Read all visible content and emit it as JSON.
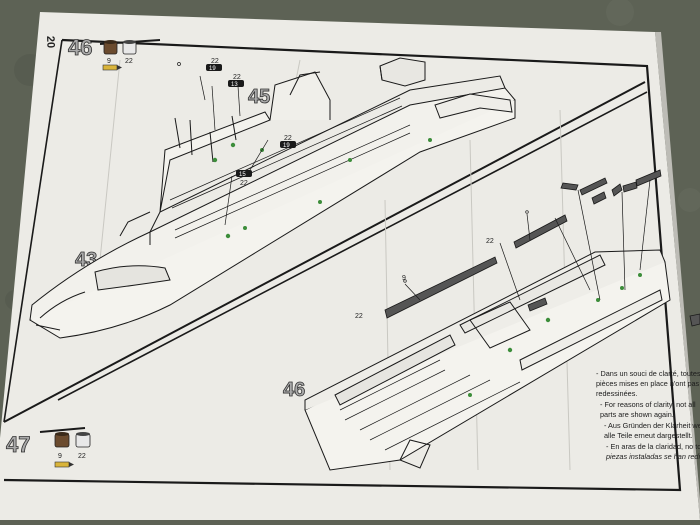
{
  "page_number": "20",
  "steps": {
    "step46_top": "46",
    "step45": "45",
    "step43": "43",
    "step46_bottom": "46",
    "step47": "47"
  },
  "paint_refs": {
    "top": {
      "left": "9",
      "right": "22"
    },
    "bottom": {
      "left": "9",
      "right": "22"
    }
  },
  "part_labels": {
    "p22a": "22",
    "p19a": "19",
    "p22b": "22",
    "p13": "13",
    "p22c": "22",
    "p19b": "19",
    "p15": "15",
    "p22d": "22",
    "p22e": "22",
    "p9": "9",
    "p22f": "22",
    "p22g": "22"
  },
  "note": {
    "fr1": "- Dans un souci de clarté, toutes les",
    "fr2": "pièces mises en place n'ont pas été",
    "fr3": "redessinées.",
    "en1": "- For reasons of clarity, not all",
    "en2": "parts are shown again.",
    "de1": "- Aus Gründen der Klarheit werde",
    "de2": "alle Teile erneut dargestellt.",
    "es1": "- En aras de la claridad, no todas",
    "es2": "piezas instaladas se han redisei"
  },
  "colors": {
    "background": "#5d6255",
    "paper": "#ecebe6",
    "line": "#1a1a1a",
    "glue_green": "#3c8d3a",
    "paint_brown": "#6b4b2e",
    "paint_white": "#e8e8e8",
    "tube_yellow": "#d9b43a"
  }
}
